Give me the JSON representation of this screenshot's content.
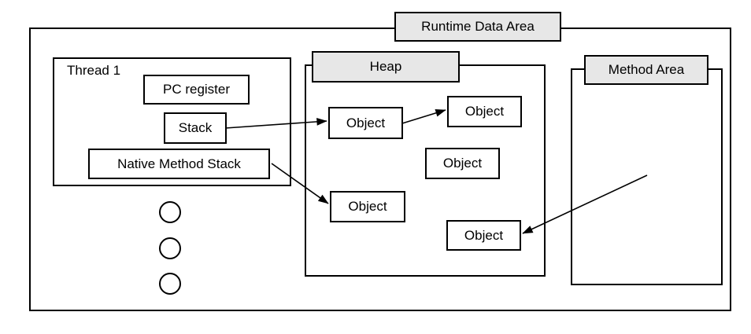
{
  "diagram": {
    "title": "Runtime Data Area",
    "thread": {
      "label": "Thread 1",
      "items": [
        "PC register",
        "Stack",
        "Native Method Stack"
      ]
    },
    "heap": {
      "label": "Heap",
      "objects": [
        "Object",
        "Object",
        "Object",
        "Object",
        "Object"
      ]
    },
    "method_area": {
      "label": "Method Area"
    },
    "edges": [
      {
        "from": "Stack",
        "to": "Heap Object (top-left)"
      },
      {
        "from": "Heap Object (top-left)",
        "to": "Heap Object (top-right)"
      },
      {
        "from": "Native Method Stack",
        "to": "Heap Object (bottom-left)"
      },
      {
        "from": "Method Area",
        "to": "Heap Object (bottom-right)"
      }
    ],
    "colors": {
      "title_fill": "#e7e7e7",
      "line": "#000000",
      "background": "#ffffff"
    }
  }
}
